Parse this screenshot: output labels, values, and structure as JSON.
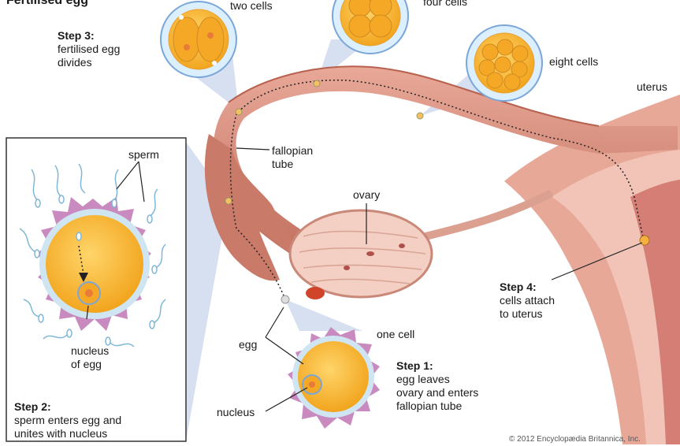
{
  "title": "Fertilised egg",
  "labels": {
    "two_cells": "two cells",
    "four_cells": "four cells",
    "eight_cells": "eight cells",
    "uterus": "uterus",
    "fallopian_tube": [
      "fallopian",
      "tube"
    ],
    "ovary": "ovary",
    "sperm": "sperm",
    "nucleus_of_egg": [
      "nucleus",
      "of egg"
    ],
    "egg": "egg",
    "one_cell": "one cell",
    "nucleus": "nucleus"
  },
  "steps": {
    "step1": {
      "heading": "Step 1:",
      "lines": [
        "egg leaves",
        "ovary and enters",
        "fallopian tube"
      ]
    },
    "step2": {
      "heading": "Step 2:",
      "lines": [
        "sperm enters egg and",
        "unites with nucleus"
      ]
    },
    "step3": {
      "heading": "Step 3:",
      "lines": [
        "fertilised egg",
        "divides"
      ]
    },
    "step4": {
      "heading": "Step 4:",
      "lines": [
        "cells attach",
        "to uterus"
      ]
    }
  },
  "copyright": "© 2012 Encyclopædia Britannica, Inc.",
  "colors": {
    "tube": "#d9907f",
    "tube_dark": "#b8614f",
    "ovary": "#f3cfc4",
    "egg": "#f7b62c",
    "egg_ring": "#cfe6f2",
    "corona": "#c98bbf",
    "sperm": "#7fb7d6",
    "callout": "#c9d6ec"
  }
}
